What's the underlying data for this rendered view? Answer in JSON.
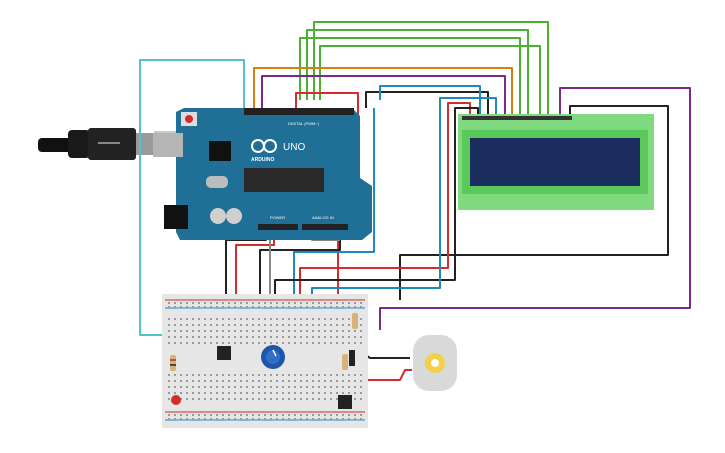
{
  "arduino": {
    "brand": "ARDUINO",
    "model": "UNO",
    "digital_header": "DIGITAL (PWM~)",
    "power_header": "POWER",
    "analog_header": "ANALOG IN",
    "board_color": "#1f6f96"
  },
  "lcd": {
    "module_color": "#7fd97f",
    "screen_color": "#1b2c5e"
  },
  "breadboard": {
    "color": "#e6e6e6"
  },
  "components": {
    "potentiometer_color": "#1e57a8",
    "motor_color": "#d9d9d9",
    "led_color": "#d42b2b"
  },
  "wire_colors": {
    "red": "#d42b2b",
    "black": "#222222",
    "green": "#4caf2f",
    "orange": "#e07b12",
    "purple": "#7b2a8c",
    "cyan": "#52c3c9",
    "blue": "#1c8bc0",
    "gray": "#888888"
  }
}
